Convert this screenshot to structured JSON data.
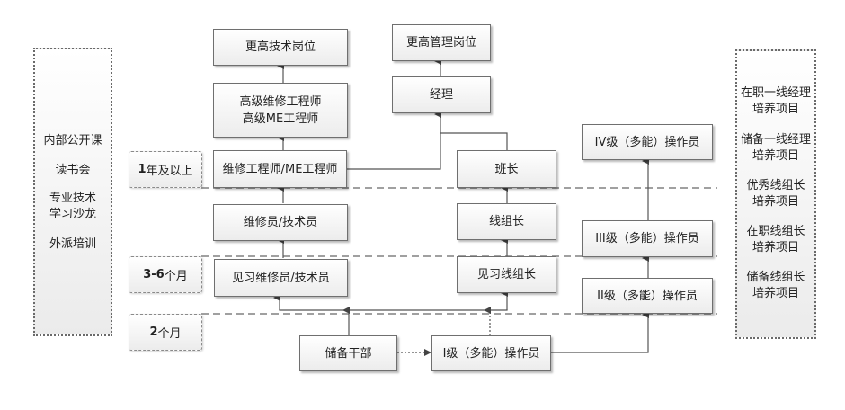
{
  "left_panel": {
    "items": [
      "内部公开课",
      "读书会",
      "专业技术\n学习沙龙",
      "外派培训"
    ]
  },
  "right_panel": {
    "items": [
      "在职一线经理\n培养项目",
      "储备一线经理\n培养项目",
      "优秀线组长\n培养项目",
      "在职线组长\n培养项目",
      "储备线组长\n培养项目"
    ]
  },
  "periods": [
    {
      "num": "1",
      "text": "年及以上"
    },
    {
      "num": "3-6",
      "text": "个月"
    },
    {
      "num": "2",
      "text": "个月"
    }
  ],
  "technical_track": {
    "higher": "更高技术岗位",
    "senior": "高级维修工程师\n高级ME工程师",
    "engineer": "维修工程师/ME工程师",
    "technician": "维修员/技术员",
    "trainee": "见习维修员/技术员"
  },
  "management_track": {
    "higher": "更高管理岗位",
    "manager": "经理",
    "team_leader": "班长",
    "line_leader": "线组长",
    "trainee_line_leader": "见习线组长"
  },
  "operator_track": {
    "level4": "IV级（多能）操作员",
    "level3": "III级（多能）操作员",
    "level2": "II级（多能）操作员",
    "level1": "I级（多能）操作员"
  },
  "entry": {
    "reserve_cadre": "储备干部"
  },
  "colors": {
    "line": "#555555",
    "dashed_separator": "#a0a0a0",
    "box_border": "#6f6f6f"
  }
}
